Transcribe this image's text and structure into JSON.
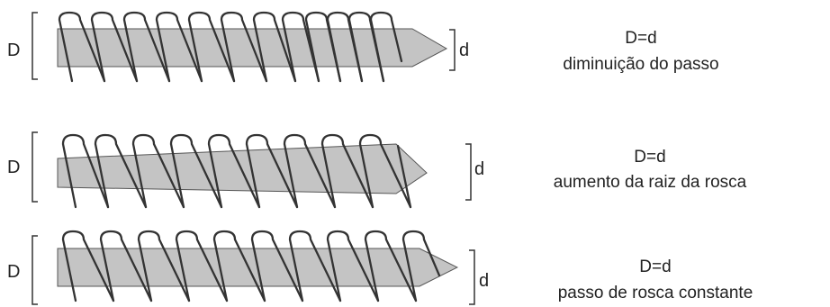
{
  "colors": {
    "shaft_fill": "#c4c4c4",
    "outline": "#333333",
    "text": "#222222",
    "background": "#ffffff"
  },
  "screws": [
    {
      "outer_label": "D",
      "inner_label": "d",
      "formula": "D=d",
      "caption": "diminuição do passo"
    },
    {
      "outer_label": "D",
      "inner_label": "d",
      "formula": "D=d",
      "caption": "aumento da raiz da rosca"
    },
    {
      "outer_label": "D",
      "inner_label": "d",
      "formula": "D=d",
      "caption": "passo de rosca constante"
    }
  ]
}
